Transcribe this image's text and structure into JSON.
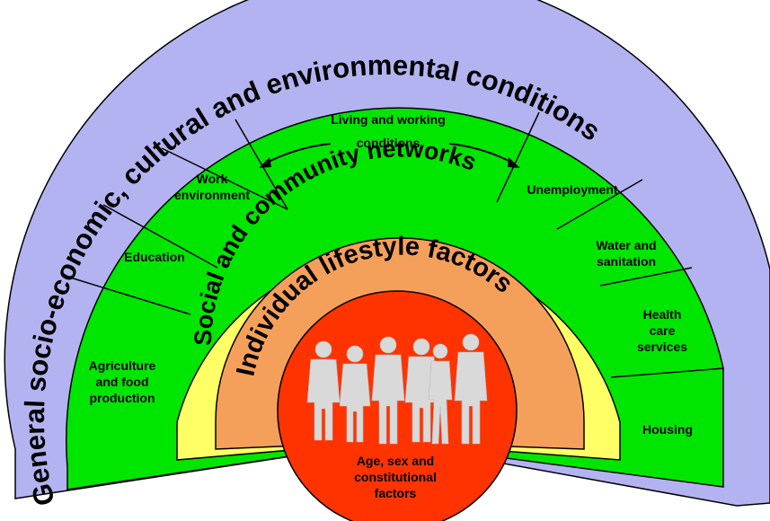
{
  "rings": {
    "outer_label": "General socio-economic, cultural and environmental conditions",
    "social_label": "Social and community networks",
    "individual_label": "Individual lifestyle factors"
  },
  "living": {
    "title_line1": "Living and working",
    "title_line2": "conditions"
  },
  "segments": {
    "agriculture": [
      "Agriculture",
      "and food",
      "production"
    ],
    "education": "Education",
    "work_environment": [
      "Work",
      "environment"
    ],
    "unemployment": "Unemployment",
    "water": [
      "Water and",
      "sanitation"
    ],
    "health": [
      "Health",
      "care",
      "services"
    ],
    "housing": "Housing"
  },
  "center": {
    "label": [
      "Age, sex and",
      "constitutional",
      "factors"
    ]
  },
  "colors": {
    "outer": "#b3b3f2",
    "green": "#00e600",
    "yellow": "#ffff66",
    "orange": "#f5a05a",
    "red": "#ff3300",
    "figures": "#d9d9d9"
  }
}
